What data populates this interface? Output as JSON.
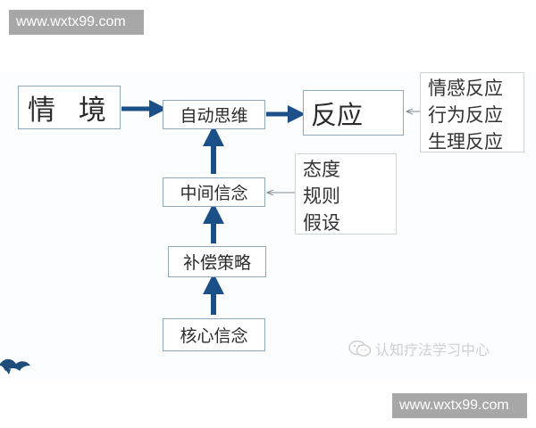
{
  "watermarks": {
    "top": "www.wxtx99.com",
    "bottom": "www.wxtx99.com"
  },
  "diagram": {
    "nodes": {
      "situation": "情 境",
      "automatic_thought": "自动思维",
      "reaction": "反应",
      "intermediate_belief": "中间信念",
      "compensatory_strategy": "补偿策略",
      "core_belief": "核心信念"
    },
    "reaction_types": [
      "情感反应",
      "行为反应",
      "生理反应"
    ],
    "intermediate_examples": [
      "态度",
      "规则",
      "假设"
    ]
  },
  "source_mark": "认知疗法学习中心",
  "colors": {
    "arrow": "#1a4f87",
    "box_border": "#8fa7ba",
    "note_border": "#cfd4d8",
    "watermark_bg": "#a7a7a7"
  }
}
